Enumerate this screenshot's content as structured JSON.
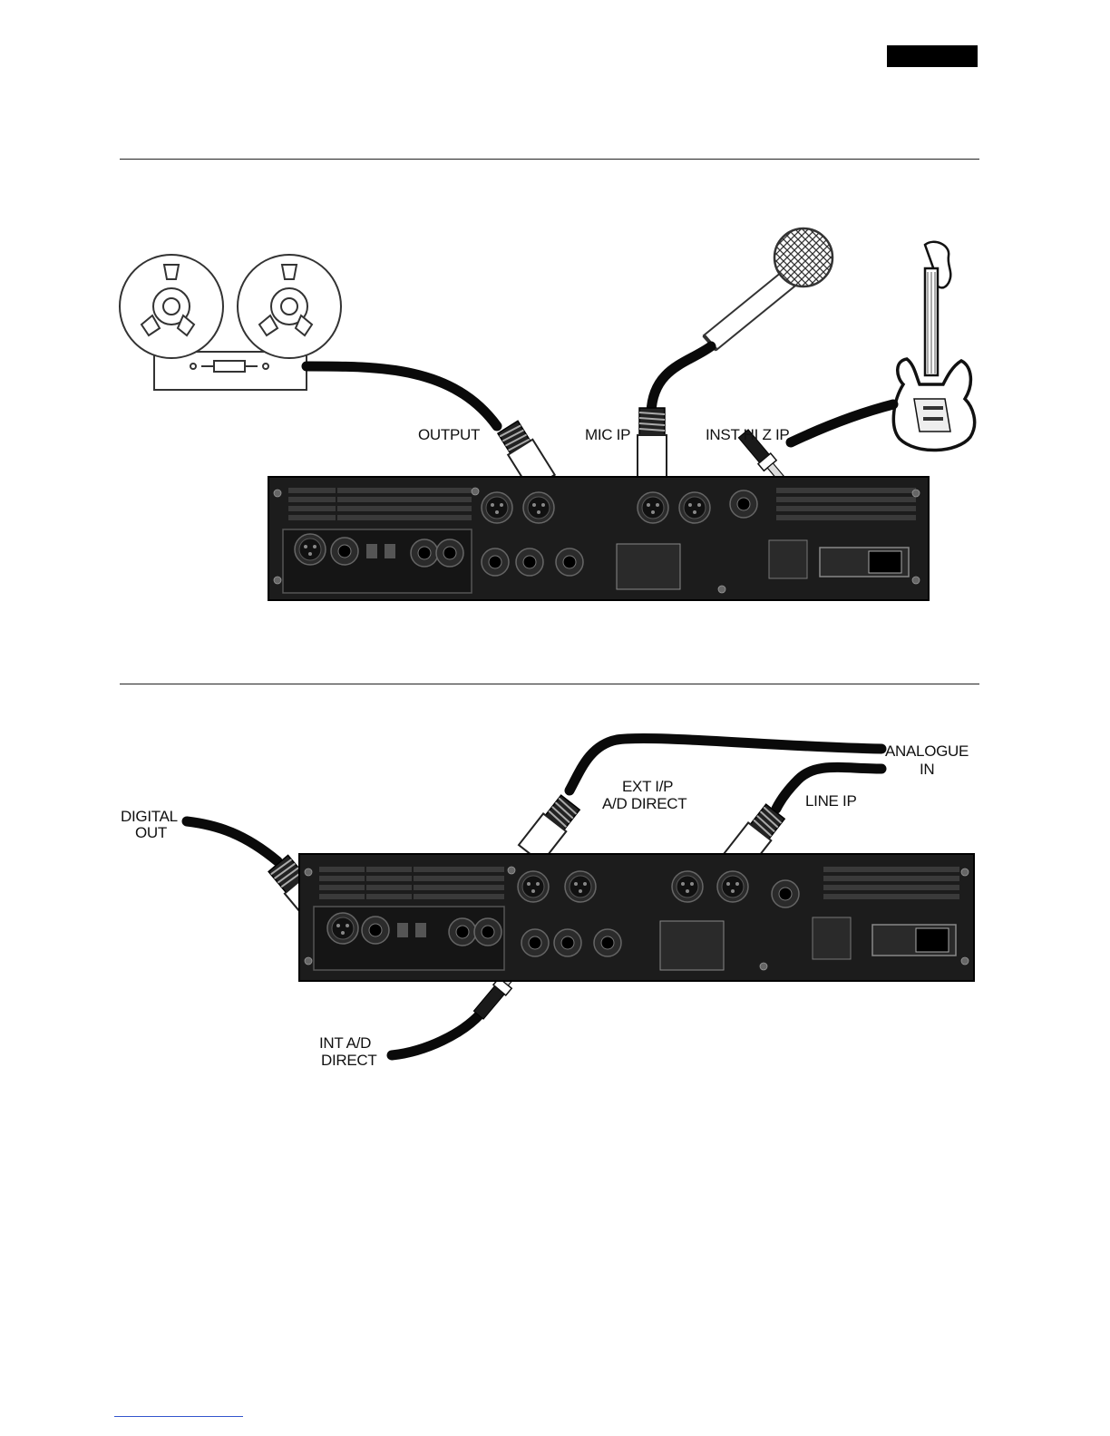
{
  "diagram1": {
    "labels": {
      "output": "OUTPUT",
      "mic_ip": "MIC IP",
      "inst_hi_z_ip": "INST HI Z IP"
    }
  },
  "diagram2": {
    "labels": {
      "digital_out_1": "DIGITAL",
      "digital_out_2": "OUT",
      "ext_ip_1": "EXT I/P",
      "ext_ip_2": "A/D DIRECT",
      "line_ip": "LINE IP",
      "analogue_in_1": "ANALOGUE",
      "analogue_in_2": "IN",
      "int_ad_1": "INT A/D",
      "int_ad_2": "DIRECT"
    }
  },
  "colors": {
    "panel": "#1c1c1c",
    "cable": "#0a0a0a",
    "ink": "#111111"
  }
}
